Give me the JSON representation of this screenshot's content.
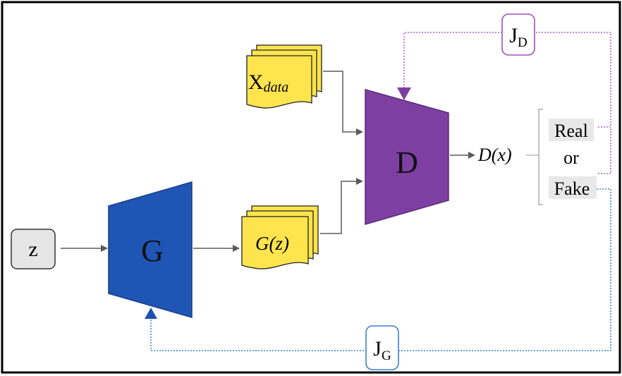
{
  "nodes": {
    "z": {
      "label": "z"
    },
    "generator": {
      "label": "G",
      "color": "#1f55b5"
    },
    "discriminator": {
      "label": "D",
      "color": "#7e3fa2"
    },
    "x_data": {
      "main": "X",
      "sub": "data",
      "color": "#ffe44d"
    },
    "g_z": {
      "label": "G(z)",
      "color": "#ffe44d"
    },
    "d_x": {
      "label": "D(x)"
    }
  },
  "outputs": {
    "real": "Real",
    "or": "or",
    "fake": "Fake"
  },
  "losses": {
    "jd": {
      "main": "J",
      "sub": "D",
      "color": "#a04fc0"
    },
    "jg": {
      "main": "J",
      "sub": "G",
      "color": "#3a7fd5"
    }
  },
  "colors": {
    "arrow": "#5a5a5a",
    "feedback_d": "#b35ccf",
    "feedback_g": "#3a7fd5",
    "border": "#000000"
  }
}
